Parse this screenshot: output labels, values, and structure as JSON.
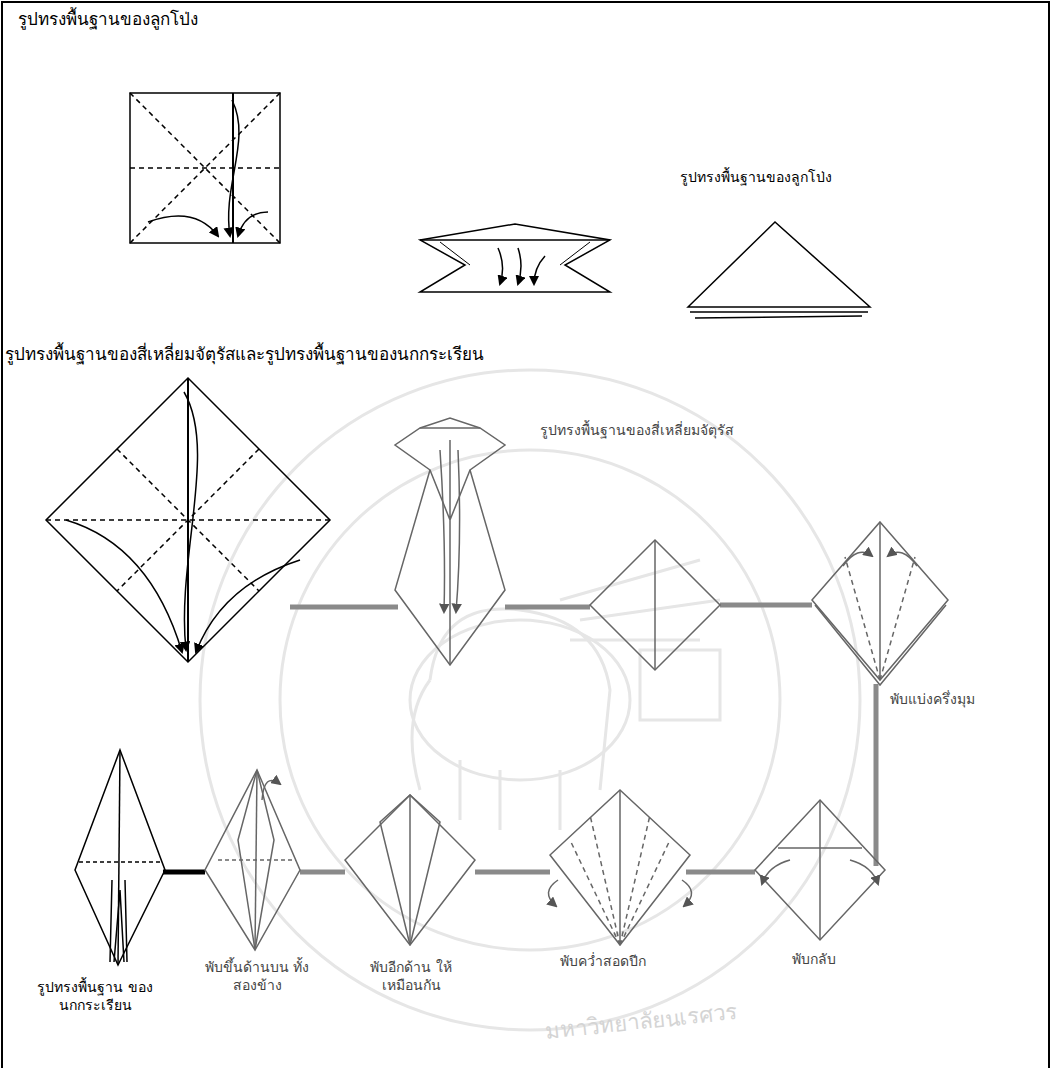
{
  "diagram": {
    "labels": [
      "รูปทรงพื้นฐานของลูกโป่ง",
      "รูปทรงพื้นฐานของลูกโป่ง",
      "รูปทรงพื้นฐานของสี่เหลี่ยมจัตุรัสและรูปทรงพื้นฐานของนกกระเรียน",
      "รูปทรงพื้นฐานของสี่เหลี่ยมจัตุรัส",
      "พับแบ่งครึ่งมุม",
      "พับกลับ",
      "พับคว่ำสอดปีก",
      "พับอีกด้าน ให้เหมือนกัน",
      "พับขึ้นด้านบน ทั้งสองข้าง",
      "รูปทรงพื้นฐาน ของนกกระเรียน",
      "มหาวิทยาลัยนเรศวร"
    ]
  }
}
